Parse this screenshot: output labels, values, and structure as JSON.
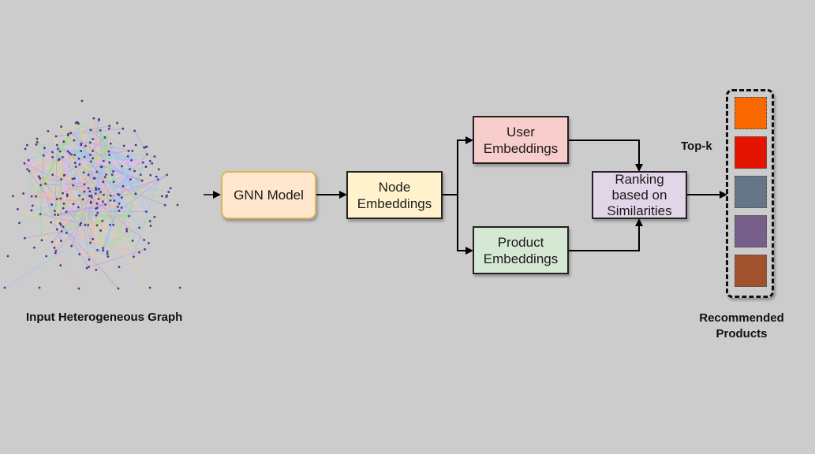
{
  "input_label": "Input Heterogeneous Graph",
  "gnn_model": "GNN Model",
  "node_embeddings": "Node Embeddings",
  "user_embeddings": "User Embeddings",
  "product_embeddings": "Product Embeddings",
  "ranking": "Ranking based on Similarities",
  "top_k": "Top-k",
  "recommended_label": "Recommended Products",
  "colors": {
    "gnn_fill": "#ffe6cc",
    "gnn_border": "#d6b656",
    "node_fill": "#fff2cc",
    "user_fill": "#f8cecc",
    "product_fill": "#d5e8d4",
    "ranking_fill": "#e1d5e7",
    "graph_node": "#4a3a8c"
  },
  "recommended_products": [
    {
      "color": "#fa6800"
    },
    {
      "color": "#e51400"
    },
    {
      "color": "#647687"
    },
    {
      "color": "#76608a"
    },
    {
      "color": "#a0522d"
    }
  ]
}
